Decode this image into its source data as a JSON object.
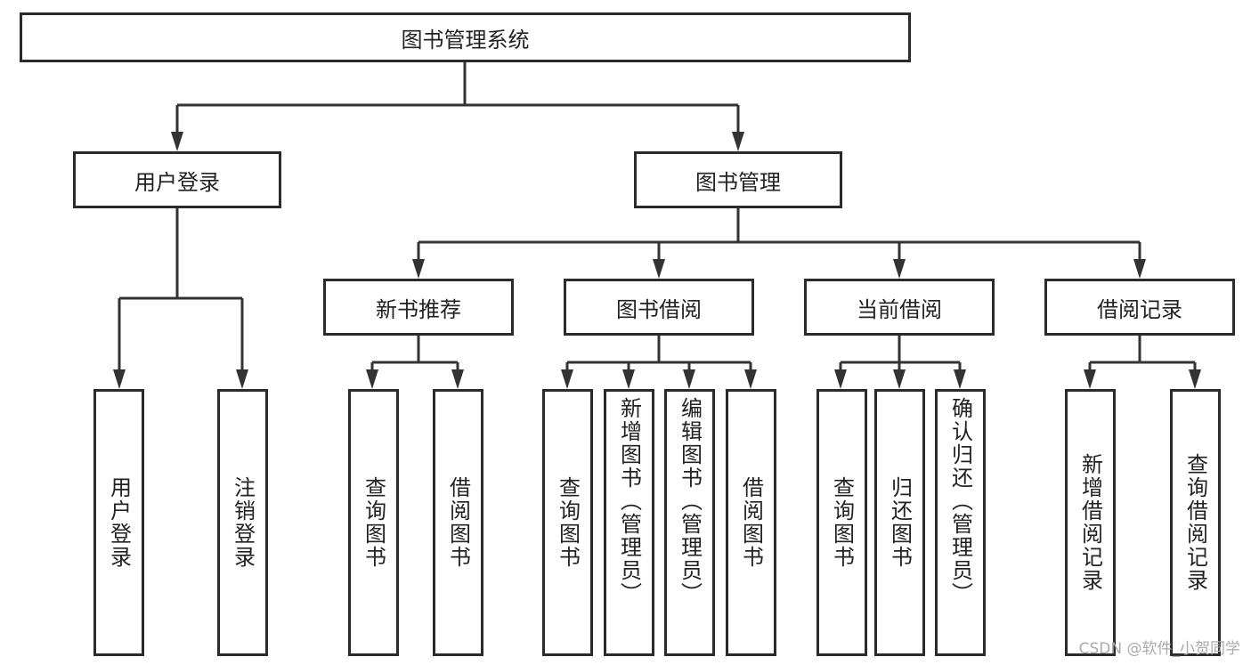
{
  "root": "图书管理系统",
  "user_login": {
    "title": "用户登录",
    "children": [
      "用户登录",
      "注销登录"
    ]
  },
  "book_management": {
    "title": "图书管理",
    "modules": [
      {
        "title": "新书推荐",
        "children": [
          "查询图书",
          "借阅图书"
        ]
      },
      {
        "title": "图书借阅",
        "children": [
          "查询图书",
          "新增图书（管理员）",
          "编辑图书（管理员）",
          "借阅图书"
        ]
      },
      {
        "title": "当前借阅",
        "children": [
          "查询图书",
          "归还图书",
          "确认归还（管理员）"
        ]
      },
      {
        "title": "借阅记录",
        "children": [
          "新增借阅记录",
          "查询借阅记录"
        ]
      }
    ]
  },
  "watermark": "CSDN @软件_小贺同学",
  "colors": {
    "line": "#2b2b2b",
    "background": "#ffffff"
  }
}
